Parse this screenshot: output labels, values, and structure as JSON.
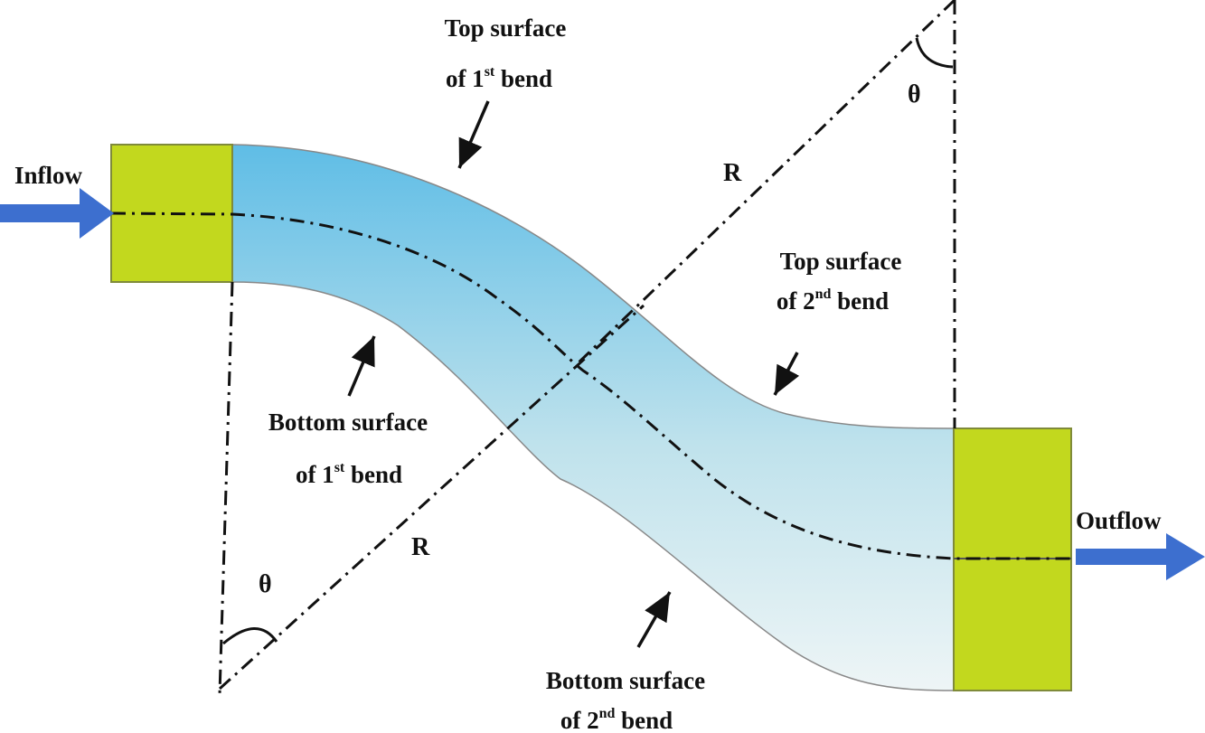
{
  "labels": {
    "inflow": "Inflow",
    "outflow": "Outflow",
    "radius_upper": "R",
    "radius_lower": "R",
    "angle_upper": "θ",
    "angle_lower": "θ",
    "top_first": {
      "line1": "Top surface",
      "line2_pre": "of 1",
      "line2_sup": "st",
      "line2_post": " bend"
    },
    "bottom_first": {
      "line1": "Bottom surface",
      "line2_pre": "of 1",
      "line2_sup": "st",
      "line2_post": " bend"
    },
    "top_second": {
      "line1": "Top surface",
      "line2_pre": "of 2",
      "line2_sup": "nd",
      "line2_post": " bend"
    },
    "bottom_second": {
      "line1": "Bottom surface",
      "line2_pre": "of 2",
      "line2_sup": "nd",
      "line2_post": " bend"
    }
  },
  "colors": {
    "inlet_block": "#c2d81e",
    "pipe_gradient_start": "#5fbde6",
    "pipe_gradient_end": "#eef5f6",
    "flow_arrow": "#3d6fcf",
    "lines": "#111111"
  }
}
